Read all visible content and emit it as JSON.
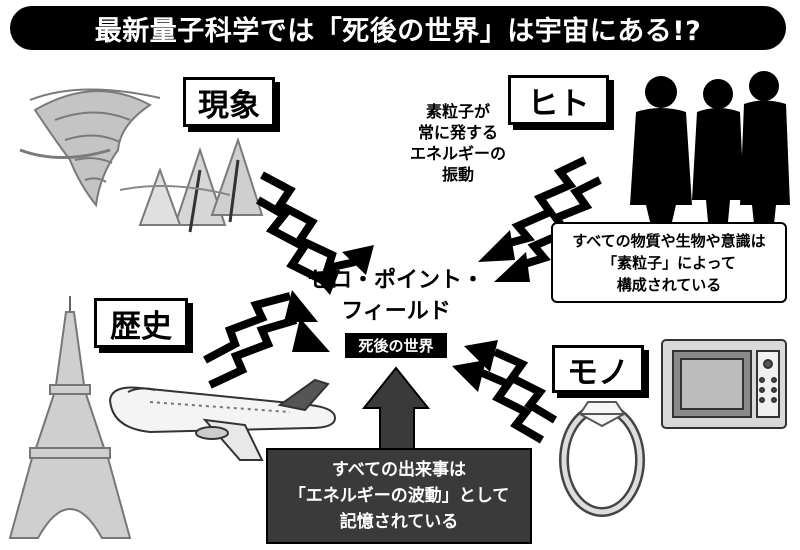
{
  "title": "最新量子科学では「死後の世界」は宇宙にある!?",
  "labels": {
    "phenomena": "現象",
    "people": "ヒト",
    "history": "歴史",
    "things": "モノ"
  },
  "vibration_note": {
    "lines": [
      "素粒子が",
      "常に発する",
      "エネルギーの",
      "振動"
    ]
  },
  "center": {
    "title_lines": [
      "ゼロ・ポイント・",
      "フィールド"
    ],
    "tag": "死後の世界"
  },
  "composition_note": {
    "lines": [
      "すべての物質や生物や意識は",
      "「素粒子」によって",
      "構成されている"
    ]
  },
  "memory_note": {
    "lines": [
      "すべての出来事は",
      "「エネルギーの波動」として",
      "記憶されている"
    ]
  },
  "icons": [
    "tornado-icon",
    "trees-icon",
    "people-silhouettes-icon",
    "eiffel-tower-icon",
    "airplane-icon",
    "microwave-icon",
    "ring-icon"
  ],
  "colors": {
    "title_bg": "#000000",
    "memory_box_bg": "#3a3a3a",
    "illustration_gray": "#bdbdbd"
  }
}
